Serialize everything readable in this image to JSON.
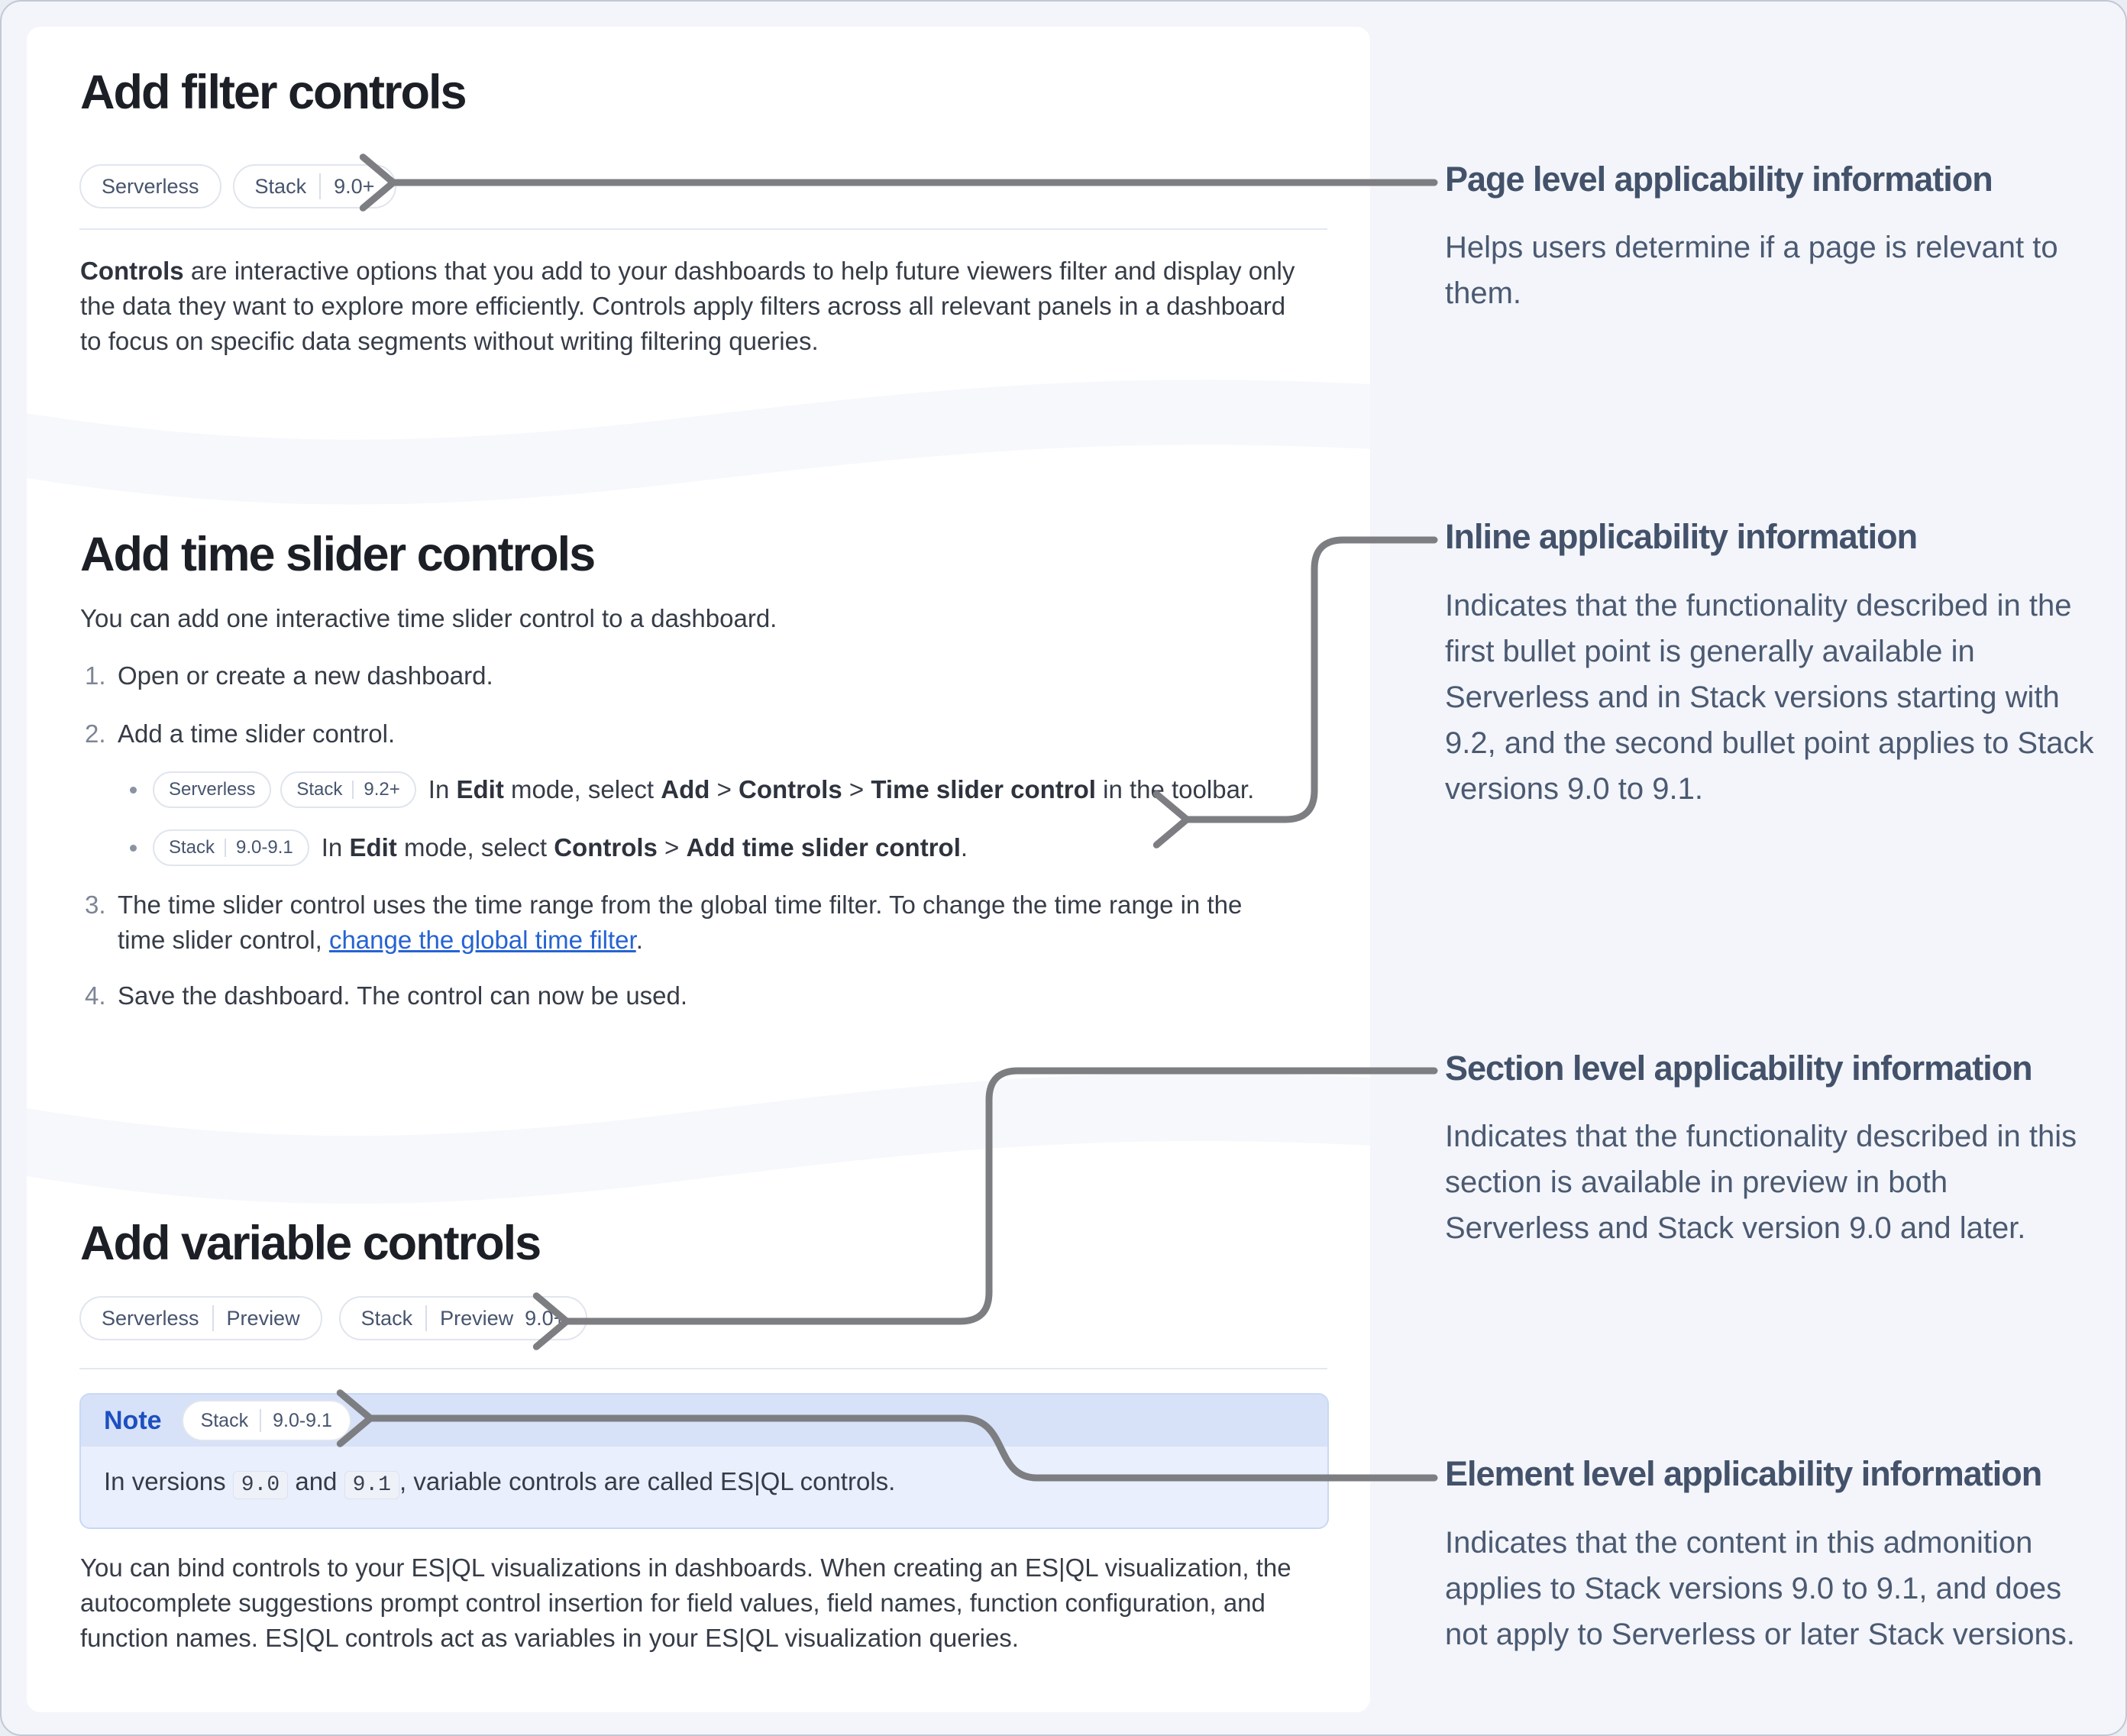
{
  "card": {
    "section1": {
      "heading": "Add filter controls",
      "badges": [
        [
          "Serverless"
        ],
        [
          "Stack",
          "9.0+"
        ]
      ],
      "paragraph": [
        {
          "t": "Controls",
          "b": true
        },
        {
          "t": " are interactive options that you add to your dashboards to help future viewers filter and display only the data they want to explore more efficiently. Controls apply filters across all relevant panels in a dashboard to focus on specific data segments without writing filtering queries."
        }
      ]
    },
    "section2": {
      "heading": "Add time slider controls",
      "intro": "You can add one interactive time slider control to a dashboard.",
      "steps": [
        {
          "num": "1.",
          "segments": [
            {
              "t": "Open or create a new dashboard."
            }
          ]
        },
        {
          "num": "2.",
          "segments": [
            {
              "t": "Add a time slider control."
            }
          ]
        },
        {
          "num": "3.",
          "segments": [
            {
              "t": "The time slider control uses the time range from the global time filter. To change the time range in the time slider control, "
            },
            {
              "t": "change the global time filter",
              "link": true
            },
            {
              "t": "."
            }
          ]
        },
        {
          "num": "4.",
          "segments": [
            {
              "t": "Save the dashboard. The control can now be used."
            }
          ]
        }
      ],
      "bullets": [
        {
          "badges": [
            [
              "Serverless"
            ],
            [
              "Stack",
              "9.2+"
            ]
          ],
          "segments": [
            {
              "t": "In "
            },
            {
              "t": "Edit",
              "b": true
            },
            {
              "t": " mode, select "
            },
            {
              "t": "Add",
              "b": true
            },
            {
              "t": " > "
            },
            {
              "t": "Controls",
              "b": true
            },
            {
              "t": " > "
            },
            {
              "t": "Time slider control",
              "b": true
            },
            {
              "t": " in the toolbar."
            }
          ]
        },
        {
          "badges": [
            [
              "Stack",
              "9.0-9.1"
            ]
          ],
          "segments": [
            {
              "t": "In "
            },
            {
              "t": "Edit",
              "b": true
            },
            {
              "t": " mode, select "
            },
            {
              "t": "Controls",
              "b": true
            },
            {
              "t": " > "
            },
            {
              "t": "Add time slider control",
              "b": true
            },
            {
              "t": "."
            }
          ]
        }
      ]
    },
    "section3": {
      "heading": "Add variable controls",
      "badges": [
        [
          "Serverless",
          "Preview"
        ],
        [
          "Stack",
          "Preview  9.0+"
        ]
      ],
      "note": {
        "label": "Note",
        "badges": [
          [
            "Stack",
            "9.0-9.1"
          ]
        ],
        "segments": [
          {
            "t": "In versions "
          },
          {
            "t": "9.0",
            "code": true
          },
          {
            "t": " and "
          },
          {
            "t": "9.1",
            "code": true
          },
          {
            "t": ", variable controls are called ES|QL controls."
          }
        ]
      },
      "paragraph": [
        {
          "t": "You can bind controls to your ES|QL visualizations in dashboards. When creating an ES|QL visualization, the autocomplete suggestions prompt control insertion for field values, field names, function configuration, and function names. ES|QL controls act as variables in your ES|QL visualization queries."
        }
      ]
    }
  },
  "annotations": [
    {
      "title": "Page level applicability information",
      "body": "Helps users determine if a page is relevant to them."
    },
    {
      "title": "Inline applicability information",
      "body": "Indicates that the functionality described in the first bullet point is generally available in Serverless and in Stack versions starting with 9.2, and the second bullet point applies to Stack versions 9.0 to 9.1."
    },
    {
      "title": "Section level applicability information",
      "body": "Indicates that the functionality described in this section is available in preview in both Serverless and Stack version 9.0 and later."
    },
    {
      "title": "Element level applicability information",
      "body": "Indicates that the content in this admonition applies to Stack versions 9.0 to 9.1, and does not apply to Serverless or later Stack versions."
    }
  ],
  "colors": {
    "page_background": "#f3f5fa",
    "panel_background": "#ffffff",
    "wave": "#f6f8fc",
    "heading_text": "#1c1f26",
    "body_text": "#363c47",
    "badge_text": "#46546e",
    "badge_border": "#e0e5ee",
    "note_header_bg": "#d7e2f8",
    "note_body_bg": "#e9effc",
    "note_title_blue": "#1d4fc0",
    "link_blue": "#2563d2",
    "annotation_text": "#4b5a72",
    "arrow_gray": "#7c7e82"
  }
}
